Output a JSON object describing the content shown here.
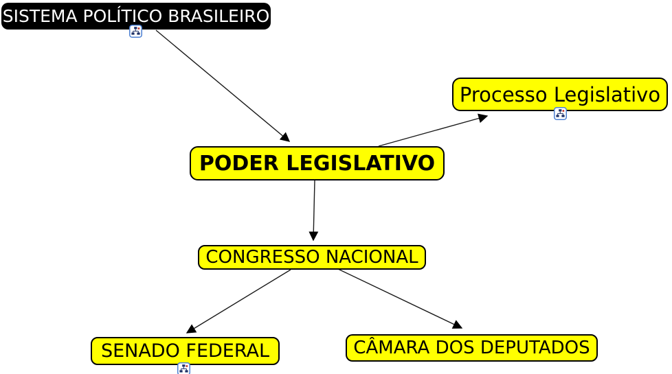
{
  "map": {
    "background": "#ffffff",
    "nodes": [
      {
        "id": "sistema",
        "label": "SISTEMA POLÍTICO BRASILEIRO",
        "kind": "root",
        "fill": "#000000",
        "text_color": "#ffffff",
        "icon": "concept-map"
      },
      {
        "id": "processo",
        "label": "Processo Legislativo",
        "kind": "concept",
        "fill": "#ffff00",
        "text_color": "#000000",
        "icon": "concept-map"
      },
      {
        "id": "poder",
        "label": "PODER LEGISLATIVO",
        "kind": "concept-emphasis",
        "fill": "#ffff00",
        "text_color": "#000000",
        "icon": null
      },
      {
        "id": "congresso",
        "label": "CONGRESSO NACIONAL",
        "kind": "concept",
        "fill": "#ffff00",
        "text_color": "#000000",
        "icon": null
      },
      {
        "id": "senado",
        "label": "SENADO FEDERAL",
        "kind": "concept",
        "fill": "#ffff00",
        "text_color": "#000000",
        "icon": "concept-map"
      },
      {
        "id": "camara",
        "label": "CÂMARA DOS DEPUTADOS",
        "kind": "concept",
        "fill": "#ffff00",
        "text_color": "#000000",
        "icon": null
      }
    ],
    "edges": [
      {
        "from": "sistema",
        "to": "poder"
      },
      {
        "from": "poder",
        "to": "processo"
      },
      {
        "from": "poder",
        "to": "congresso"
      },
      {
        "from": "congresso",
        "to": "senado"
      },
      {
        "from": "congresso",
        "to": "camara"
      }
    ],
    "colors": {
      "concept_fill": "#ffff00",
      "concept_border": "#000000",
      "root_fill": "#000000",
      "root_text": "#ffffff",
      "connector": "#1a1a1a",
      "icon_border": "#4b7fd2",
      "icon_glyph": "#1c2f66",
      "icon_accent": "#c1372b"
    }
  }
}
